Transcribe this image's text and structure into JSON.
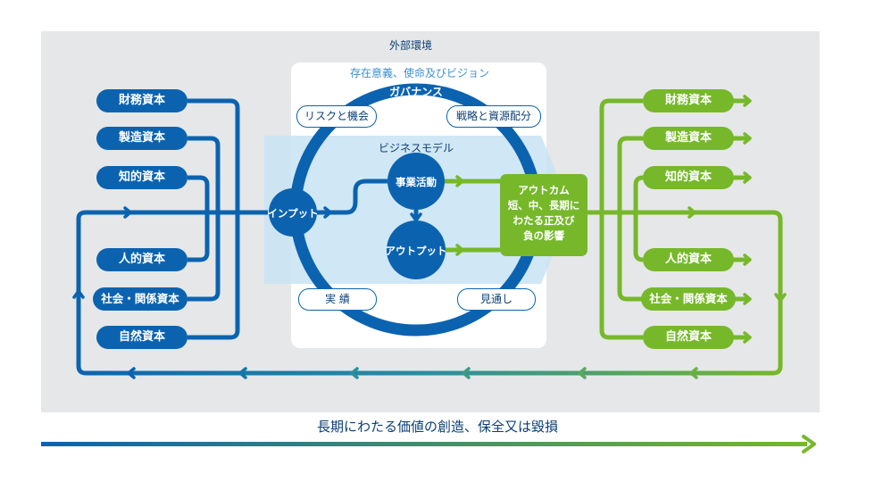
{
  "external_env": "外部環境",
  "purpose": "存在意義、使命及びビジョン",
  "governance": "ガバナンス",
  "risks": "リスクと機会",
  "strategy": "戦略と資源配分",
  "business_model": "ビジネスモデル",
  "input": "インプット",
  "activities": "事業活動",
  "output": "アウトプット",
  "outcome": {
    "title": "アウトカム",
    "line1": "短、中、長期に",
    "line2": "わたる正及び",
    "line3": "負の影響"
  },
  "performance": "実 績",
  "outlook": "見通し",
  "left_capitals": [
    "財務資本",
    "製造資本",
    "知的資本",
    "人的資本",
    "社会・関係資本",
    "自然資本"
  ],
  "right_capitals": [
    "財務資本",
    "製造資本",
    "知的資本",
    "人的資本",
    "社会・関係資本",
    "自然資本"
  ],
  "bottom_caption": "長期にわたる価値の創造、保全又は毀損",
  "colors": {
    "blue": "#0b63b0",
    "green": "#76b82a",
    "band": "#c8e3f5",
    "background": "#e6e7e8"
  }
}
